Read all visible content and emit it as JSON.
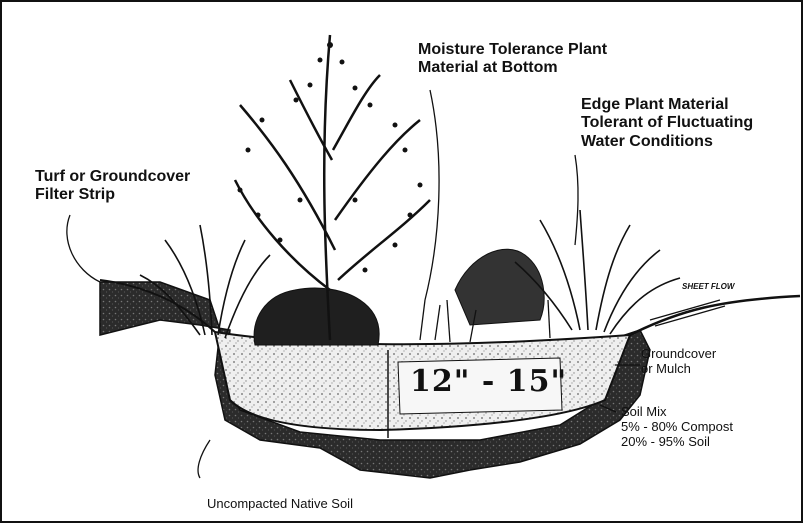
{
  "diagram": {
    "labels": {
      "moisture": [
        "Moisture Tolerance Plant",
        "Material at Bottom"
      ],
      "edge": [
        "Edge Plant Material",
        "Tolerant of Fluctuating",
        "Water Conditions"
      ],
      "turf": [
        "Turf or Groundcover",
        "Filter Strip"
      ],
      "groundcover": [
        "Groundcover",
        "or Mulch"
      ],
      "soil_mix": [
        "Soil Mix",
        "5% - 80% Compost",
        "20% - 95% Soil"
      ],
      "native": "Uncompacted Native Soil",
      "depth": "12\" - 15\"",
      "sheet_flow": "SHEET FLOW"
    },
    "colors": {
      "ink": "#111111",
      "mix": "#efefef",
      "native_soil": "#2b2b2b",
      "paper": "#ffffff"
    }
  }
}
